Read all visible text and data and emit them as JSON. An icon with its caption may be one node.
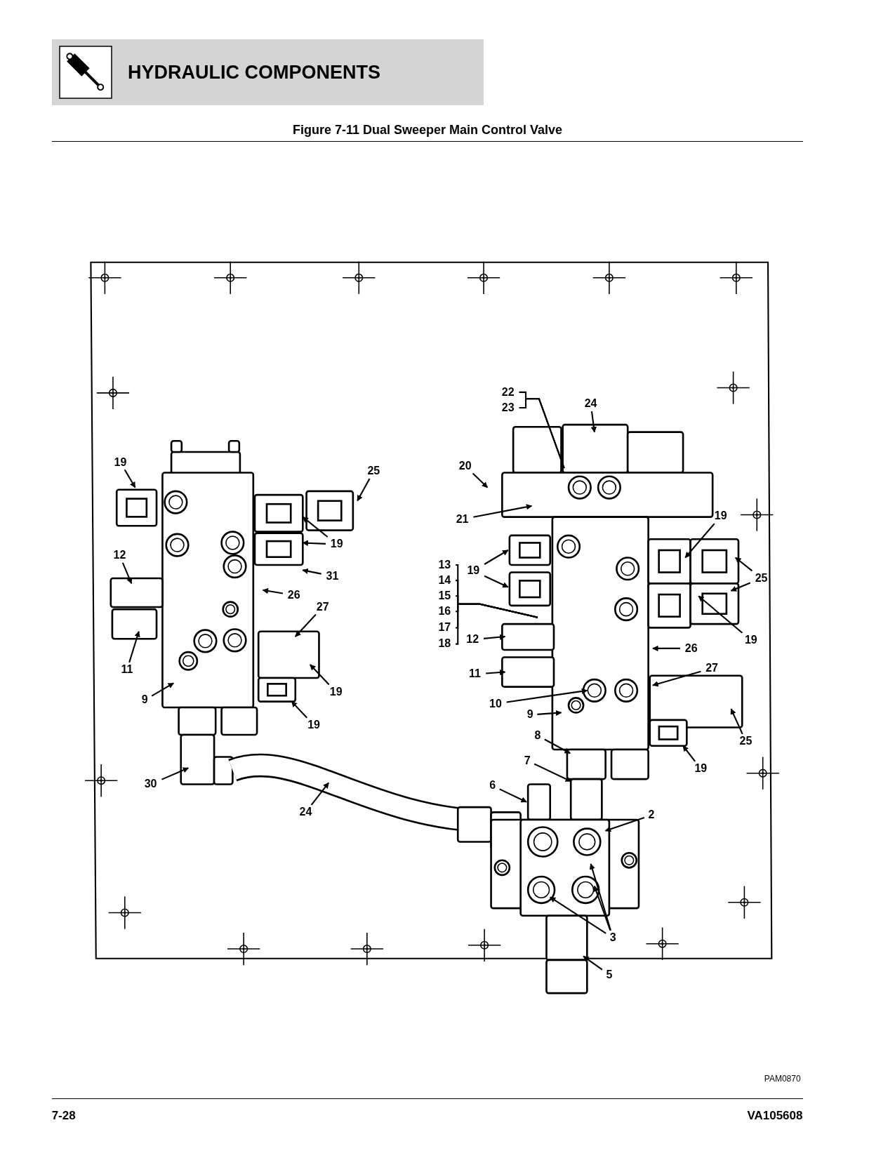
{
  "diagram": {
    "title": "Figure 7-11 Dual Sweeper Main Control Valve",
    "nodes": [
      {
        "text": [
          "HYDRAULIC COMPONENTS"
        ]
      },
      {
        "text": [
          "19"
        ]
      },
      {
        "text": [
          "25"
        ]
      },
      {
        "text": [
          "19"
        ]
      },
      {
        "text": [
          "31"
        ]
      },
      {
        "text": [
          "12"
        ]
      },
      {
        "text": [
          "26"
        ]
      },
      {
        "text": [
          "27"
        ]
      },
      {
        "text": [
          "11"
        ]
      },
      {
        "text": [
          "9"
        ]
      },
      {
        "text": [
          "19"
        ]
      },
      {
        "text": [
          "19"
        ]
      },
      {
        "text": [
          "30"
        ]
      },
      {
        "text": [
          "24"
        ]
      },
      {
        "text": [
          "22"
        ]
      },
      {
        "text": [
          "23"
        ]
      },
      {
        "text": [
          "24"
        ]
      },
      {
        "text": [
          "20"
        ]
      },
      {
        "text": [
          "21"
        ]
      },
      {
        "text": [
          "19"
        ]
      },
      {
        "text": [
          "13"
        ]
      },
      {
        "text": [
          "14"
        ]
      },
      {
        "text": [
          "15"
        ]
      },
      {
        "text": [
          "16"
        ]
      },
      {
        "text": [
          "17"
        ]
      },
      {
        "text": [
          "18"
        ]
      },
      {
        "text": [
          "19"
        ]
      },
      {
        "text": [
          "25"
        ]
      },
      {
        "text": [
          "12"
        ]
      },
      {
        "text": [
          "26"
        ]
      },
      {
        "text": [
          "19"
        ]
      },
      {
        "text": [
          "27"
        ]
      },
      {
        "text": [
          "11"
        ]
      },
      {
        "text": [
          "10"
        ]
      },
      {
        "text": [
          "9"
        ]
      },
      {
        "text": [
          "25"
        ]
      },
      {
        "text": [
          "8"
        ]
      },
      {
        "text": [
          "19"
        ]
      },
      {
        "text": [
          "7"
        ]
      },
      {
        "text": [
          "6"
        ]
      },
      {
        "text": [
          "2"
        ]
      },
      {
        "text": [
          "3"
        ]
      },
      {
        "text": [
          "5"
        ]
      }
    ],
    "edges": [
      {
        "from": 1,
        "to": null,
        "arrow": "to"
      },
      {
        "from": 2,
        "to": null,
        "arrow": "to"
      },
      {
        "from": 3,
        "to": null,
        "arrow": "to"
      },
      {
        "from": 3,
        "to": null,
        "arrow": "to"
      },
      {
        "from": 4,
        "to": null,
        "arrow": "to"
      },
      {
        "from": 5,
        "to": null,
        "arrow": "to"
      },
      {
        "from": 6,
        "to": null,
        "arrow": "to"
      },
      {
        "from": 7,
        "to": null,
        "arrow": "to"
      },
      {
        "from": 8,
        "to": null,
        "arrow": "to"
      },
      {
        "from": 9,
        "to": null,
        "arrow": "to"
      },
      {
        "from": 10,
        "to": null,
        "arrow": "to"
      },
      {
        "from": 11,
        "to": null,
        "arrow": "to"
      },
      {
        "from": 12,
        "to": null,
        "arrow": "to"
      },
      {
        "from": 13,
        "to": null,
        "arrow": "to"
      },
      {
        "from": 14,
        "to": null,
        "arrow": "none"
      },
      {
        "from": 15,
        "to": null,
        "arrow": "none"
      },
      {
        "from": 16,
        "to": null,
        "arrow": "to"
      },
      {
        "from": 17,
        "to": null,
        "arrow": "to"
      },
      {
        "from": 18,
        "to": null,
        "arrow": "to"
      },
      {
        "from": 19,
        "to": null,
        "arrow": "to"
      },
      {
        "from": 20,
        "to": null,
        "arrow": "none"
      },
      {
        "from": 21,
        "to": null,
        "arrow": "none"
      },
      {
        "from": 22,
        "to": null,
        "arrow": "none"
      },
      {
        "from": 23,
        "to": null,
        "arrow": "none"
      },
      {
        "from": 24,
        "to": null,
        "arrow": "none"
      },
      {
        "from": 25,
        "to": null,
        "arrow": "none"
      },
      {
        "from": 26,
        "to": null,
        "arrow": "to"
      },
      {
        "from": 26,
        "to": null,
        "arrow": "to"
      },
      {
        "from": 27,
        "to": null,
        "arrow": "to"
      },
      {
        "from": 27,
        "to": null,
        "arrow": "to"
      },
      {
        "from": 28,
        "to": null,
        "arrow": "to"
      },
      {
        "from": 29,
        "to": null,
        "arrow": "to"
      },
      {
        "from": 30,
        "to": null,
        "arrow": "to"
      },
      {
        "from": 31,
        "to": null,
        "arrow": "to"
      },
      {
        "from": 32,
        "to": null,
        "arrow": "to"
      },
      {
        "from": 33,
        "to": null,
        "arrow": "to"
      },
      {
        "from": 34,
        "to": null,
        "arrow": "to"
      },
      {
        "from": 35,
        "to": null,
        "arrow": "to"
      },
      {
        "from": 36,
        "to": null,
        "arrow": "to"
      },
      {
        "from": 37,
        "to": null,
        "arrow": "to"
      },
      {
        "from": 38,
        "to": null,
        "arrow": "to"
      },
      {
        "from": 39,
        "to": null,
        "arrow": "to"
      },
      {
        "from": 40,
        "to": null,
        "arrow": "to"
      },
      {
        "from": 41,
        "to": null,
        "arrow": "to"
      },
      {
        "from": 41,
        "to": null,
        "arrow": "to"
      },
      {
        "from": 41,
        "to": null,
        "arrow": "to"
      },
      {
        "from": 42,
        "to": null,
        "arrow": "to"
      }
    ],
    "labels": [
      "PAM0870",
      "7-28",
      "VA105608"
    ]
  }
}
